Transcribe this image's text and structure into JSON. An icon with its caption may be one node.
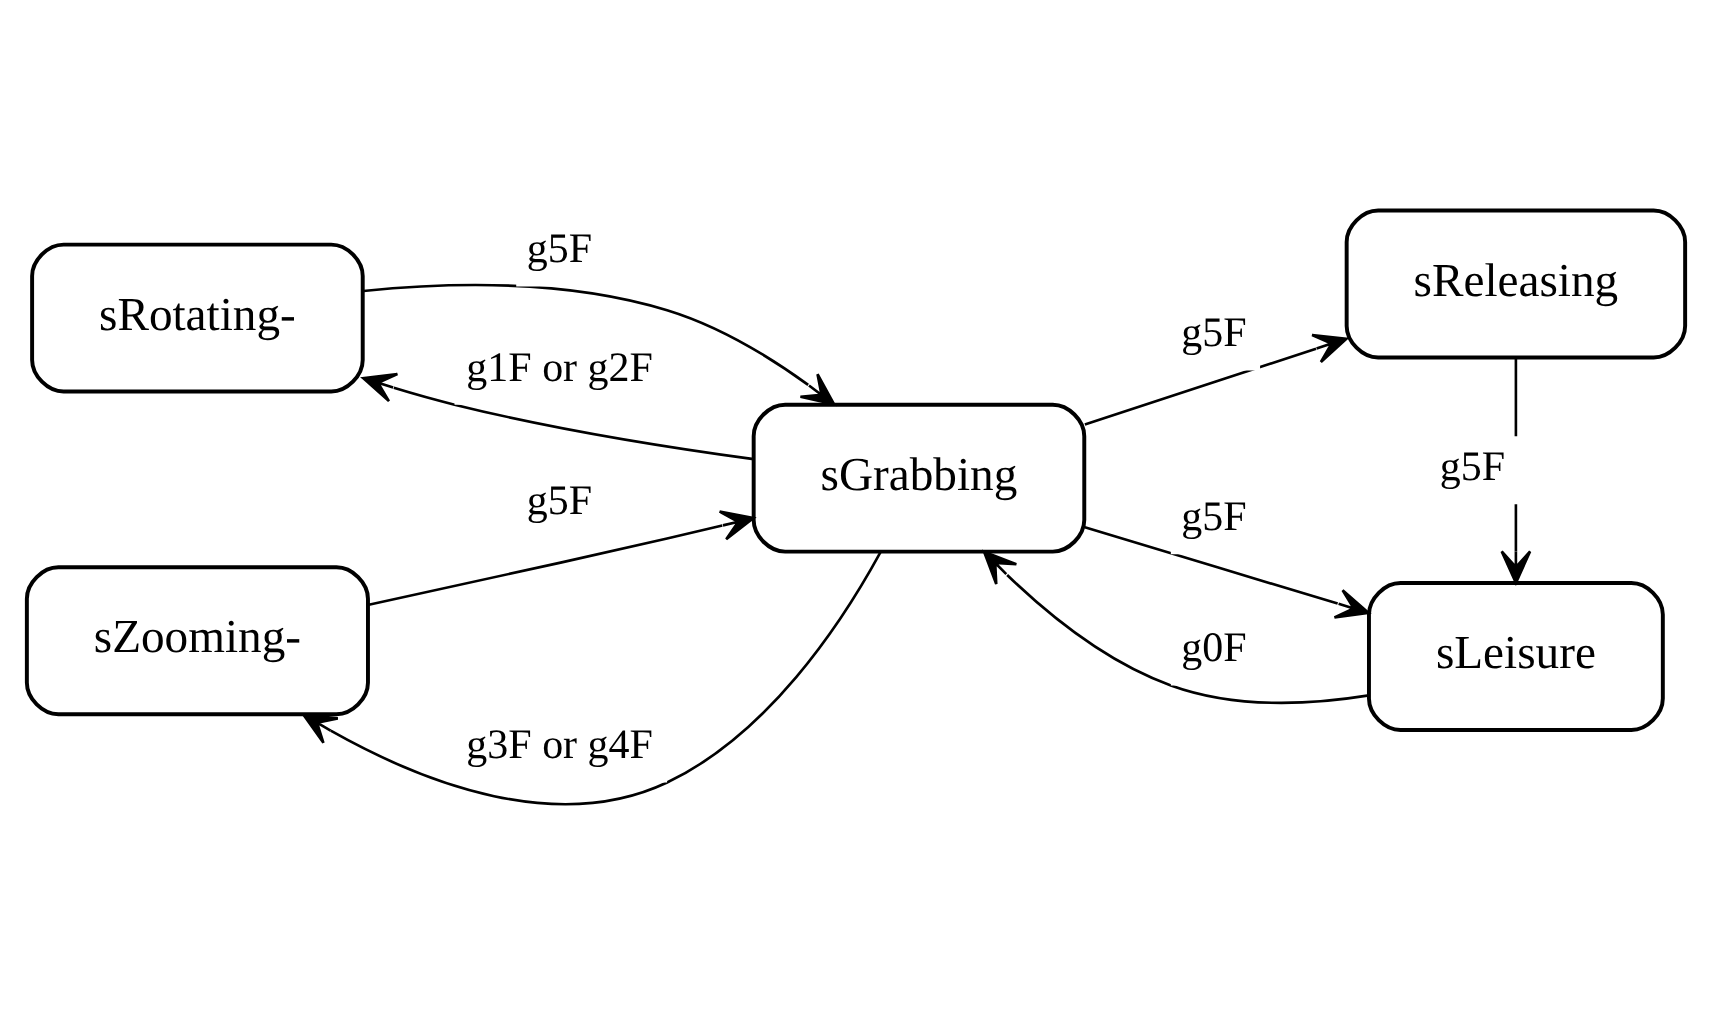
{
  "diagram": {
    "nodes": [
      {
        "text": [
          "sRotating-"
        ]
      },
      {
        "text": [
          "sReleasing"
        ]
      },
      {
        "text": [
          "sGrabbing"
        ]
      },
      {
        "text": [
          "sLeisure"
        ]
      },
      {
        "text": [
          "sZooming-"
        ]
      }
    ],
    "edges": [
      {
        "from": 0,
        "to": 2,
        "arrow": "to",
        "label": "g5F"
      },
      {
        "from": 2,
        "to": 0,
        "arrow": "to",
        "label": "g1F or g2F"
      },
      {
        "from": 2,
        "to": 1,
        "arrow": "to",
        "label": "g5F"
      },
      {
        "from": 1,
        "to": 3,
        "arrow": "to",
        "label": "g5F"
      },
      {
        "from": 3,
        "to": 2,
        "arrow": "to",
        "label": "g0F"
      },
      {
        "from": 2,
        "to": 3,
        "arrow": "to",
        "label": "g5F"
      },
      {
        "from": 2,
        "to": 4,
        "arrow": "to",
        "label": "g3F or g4F"
      },
      {
        "from": 4,
        "to": 2,
        "arrow": "to",
        "label": "g5F"
      }
    ]
  }
}
